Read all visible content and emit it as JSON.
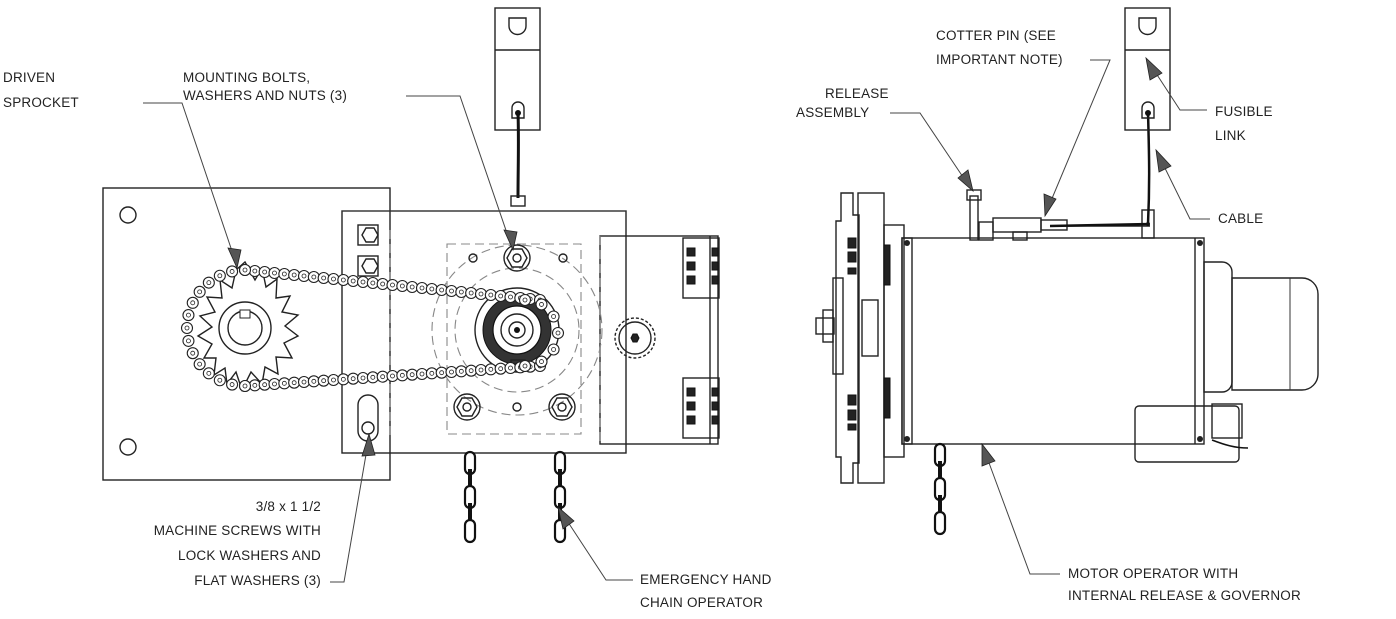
{
  "labels": {
    "driven_sprocket_1": "DRIVEN",
    "driven_sprocket_2": "SPROCKET",
    "mounting_bolts_1": "MOUNTING BOLTS,",
    "mounting_bolts_2": "WASHERS AND NUTS (3)",
    "screws_1": "3/8 x 1 1/2",
    "screws_2": "MACHINE SCREWS WITH",
    "screws_3": "LOCK WASHERS AND",
    "screws_4": "FLAT WASHERS (3)",
    "hand_chain_1": "EMERGENCY HAND",
    "hand_chain_2": "CHAIN OPERATOR",
    "release_assembly_1": "RELEASE",
    "release_assembly_2": "ASSEMBLY",
    "cotter_pin_1": "COTTER PIN (SEE",
    "cotter_pin_2": "IMPORTANT NOTE)",
    "fusible_link_1": "FUSIBLE",
    "fusible_link_2": "LINK",
    "cable": "CABLE",
    "motor_operator_1": "MOTOR OPERATOR WITH",
    "motor_operator_2": "INTERNAL RELEASE & GOVERNOR"
  }
}
